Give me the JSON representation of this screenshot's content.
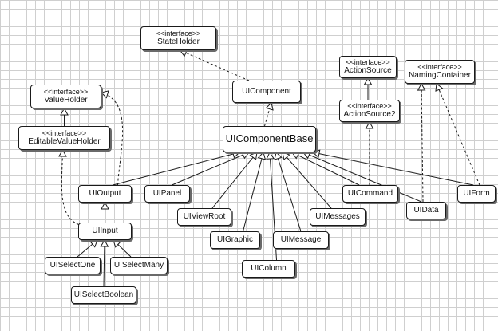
{
  "stereotype": "<<interface>>",
  "nodes": {
    "stateholder": {
      "name": "StateHolder",
      "interface": true
    },
    "uicomponent": {
      "name": "UIComponent"
    },
    "actionsource": {
      "name": "ActionSource",
      "interface": true
    },
    "actionsource2": {
      "name": "ActionSource2",
      "interface": true
    },
    "namingcontainer": {
      "name": "NamingContainer",
      "interface": true
    },
    "valueholder": {
      "name": "ValueHolder",
      "interface": true
    },
    "editablevalueholder": {
      "name": "EditableValueHolder",
      "interface": true
    },
    "uicomponentbase": {
      "name": "UIComponentBase"
    },
    "uioutput": {
      "name": "UIOutput"
    },
    "uipanel": {
      "name": "UIPanel"
    },
    "uiviewroot": {
      "name": "UIViewRoot"
    },
    "uigraphic": {
      "name": "UIGraphic"
    },
    "uimessage": {
      "name": "UIMessage"
    },
    "uimessages": {
      "name": "UIMessages"
    },
    "uicolumn": {
      "name": "UIColumn"
    },
    "uicommand": {
      "name": "UICommand"
    },
    "uidata": {
      "name": "UIData"
    },
    "uiform": {
      "name": "UIForm"
    },
    "uiinput": {
      "name": "UIInput"
    },
    "uiselectone": {
      "name": "UISelectOne"
    },
    "uiselectmany": {
      "name": "UISelectMany"
    },
    "uiselectboolean": {
      "name": "UISelectBoolean"
    }
  },
  "relations": [
    {
      "from": "uicomponent",
      "to": "stateholder",
      "kind": "realization"
    },
    {
      "from": "uicomponentbase",
      "to": "uicomponent",
      "kind": "realization"
    },
    {
      "from": "actionsource2",
      "to": "actionsource",
      "kind": "generalization"
    },
    {
      "from": "uicommand",
      "to": "actionsource2",
      "kind": "realization"
    },
    {
      "from": "uidata",
      "to": "namingcontainer",
      "kind": "realization"
    },
    {
      "from": "uiform",
      "to": "namingcontainer",
      "kind": "realization"
    },
    {
      "from": "uioutput",
      "to": "valueholder",
      "kind": "realization"
    },
    {
      "from": "uiinput",
      "to": "editablevalueholder",
      "kind": "realization"
    },
    {
      "from": "editablevalueholder",
      "to": "valueholder",
      "kind": "generalization"
    },
    {
      "from": "uioutput",
      "to": "uicomponentbase",
      "kind": "generalization"
    },
    {
      "from": "uipanel",
      "to": "uicomponentbase",
      "kind": "generalization"
    },
    {
      "from": "uiviewroot",
      "to": "uicomponentbase",
      "kind": "generalization"
    },
    {
      "from": "uigraphic",
      "to": "uicomponentbase",
      "kind": "generalization"
    },
    {
      "from": "uicolumn",
      "to": "uicomponentbase",
      "kind": "generalization"
    },
    {
      "from": "uimessage",
      "to": "uicomponentbase",
      "kind": "generalization"
    },
    {
      "from": "uimessages",
      "to": "uicomponentbase",
      "kind": "generalization"
    },
    {
      "from": "uicommand",
      "to": "uicomponentbase",
      "kind": "generalization"
    },
    {
      "from": "uidata",
      "to": "uicomponentbase",
      "kind": "generalization"
    },
    {
      "from": "uiform",
      "to": "uicomponentbase",
      "kind": "generalization"
    },
    {
      "from": "uiinput",
      "to": "uioutput",
      "kind": "generalization"
    },
    {
      "from": "uiselectone",
      "to": "uiinput",
      "kind": "generalization"
    },
    {
      "from": "uiselectmany",
      "to": "uiinput",
      "kind": "generalization"
    },
    {
      "from": "uiselectboolean",
      "to": "uiinput",
      "kind": "generalization"
    }
  ],
  "colors": {
    "line": "#1a1a1a",
    "box_border": "#1a1a1a",
    "shadow": "#6a6a6a",
    "grid": "#cfcfcf"
  }
}
